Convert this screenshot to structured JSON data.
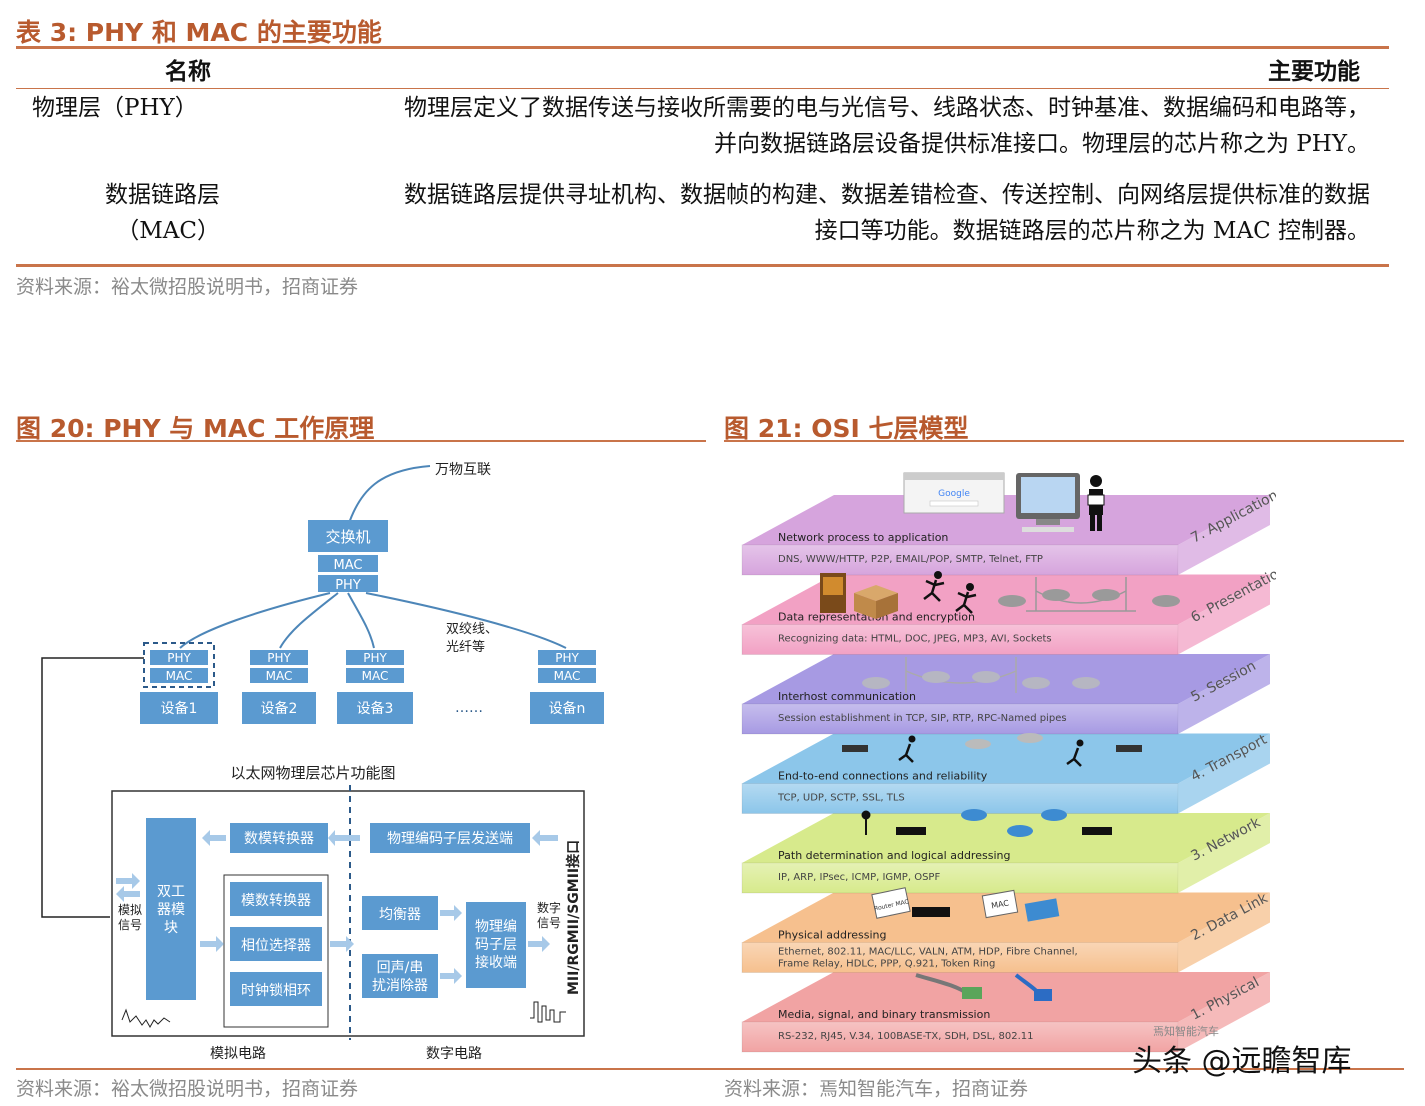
{
  "table3": {
    "title": "表 3:  PHY 和 MAC 的主要功能",
    "header_name": "名称",
    "header_func": "主要功能",
    "rows": [
      {
        "name_line1": "物理层（PHY）",
        "name_line2": "",
        "desc_line1": "物理层定义了数据传送与接收所需要的电与光信号、线路状态、时钟基准、数据编码和电路等，",
        "desc_line2": "并向数据链路层设备提供标准接口。物理层的芯片称之为 PHY。"
      },
      {
        "name_line1": "数据链路层",
        "name_line2": "（MAC）",
        "desc_line1": "数据链路层提供寻址机构、数据帧的构建、数据差错检查、传送控制、向网络层提供标准的数据",
        "desc_line2": "接口等功能。数据链路层的芯片称之为 MAC 控制器。"
      }
    ],
    "source": "资料来源：裕太微招股说明书，招商证券"
  },
  "fig20": {
    "title": "图 20:  PHY 与 MAC 工作原理",
    "internet": "万物互联",
    "switch": "交换机",
    "mac": "MAC",
    "phy": "PHY",
    "cable_note_1": "双绞线、",
    "cable_note_2": "光纤等",
    "devices": [
      "设备1",
      "设备2",
      "设备3",
      "设备n"
    ],
    "ellipsis": "……",
    "chip_title": "以太网物理层芯片功能图",
    "blocks": {
      "dac": "数模转换器",
      "pcs_tx": "物理编码子层发送端",
      "duplex": [
        "双工",
        "器模",
        "块"
      ],
      "adc": "模数转换器",
      "phase": "相位选择器",
      "clock": "时钟锁相环",
      "eq": "均衡器",
      "echo": [
        "回声/串",
        "扰消除器"
      ],
      "pcs_rx": [
        "物理编",
        "码子层",
        "接收端"
      ],
      "interface": "MII/RGMII/SGMII接口",
      "analog_sig": [
        "模拟",
        "信号"
      ],
      "digital_sig": [
        "数字",
        "信号"
      ],
      "analog_circuit": "模拟电路",
      "digital_circuit": "数字电路"
    },
    "source": "资料来源：裕太微招股说明书，招商证券"
  },
  "fig21": {
    "title": "图 21:  OSI 七层模型",
    "layers": [
      {
        "name": "7. Application",
        "desc": "Network process to application",
        "protocols": "DNS, WWW/HTTP, P2P, EMAIL/POP, SMTP, Telnet, FTP",
        "protocols2": "",
        "color": "#d6a4dd"
      },
      {
        "name": "6. Presentation",
        "desc": "Data representation and encryption",
        "protocols": "Recognizing data: HTML, DOC, JPEG, MP3, AVI, Sockets",
        "protocols2": "",
        "color": "#f2a1c4"
      },
      {
        "name": "5. Session",
        "desc": "Interhost communication",
        "protocols": "Session establishment in TCP, SIP, RTP, RPC-Named pipes",
        "protocols2": "",
        "color": "#a79ae3"
      },
      {
        "name": "4. Transport",
        "desc": "End-to-end connections and reliability",
        "protocols": "TCP, UDP, SCTP, SSL, TLS",
        "protocols2": "",
        "color": "#8cc6ea"
      },
      {
        "name": "3. Network",
        "desc": "Path determination and logical addressing",
        "protocols": "IP, ARP, IPsec, ICMP, IGMP, OSPF",
        "protocols2": "",
        "color": "#d7ea8c"
      },
      {
        "name": "2. Data Link",
        "desc": "Physical addressing",
        "protocols": "Ethernet, 802.11, MAC/LLC, VALN, ATM, HDP, Fibre Channel,",
        "protocols2": "Frame Relay, HDLC, PPP, Q.921, Token Ring",
        "color": "#f6c08e"
      },
      {
        "name": "1. Physical",
        "desc": "Media, signal, and binary transmission",
        "protocols": "RS-232, RJ45, V.34, 100BASE-TX, SDH, DSL, 802.11",
        "protocols2": "",
        "color": "#f1a3a3"
      }
    ],
    "google": "Google",
    "mac_tag": "MAC",
    "router_mac_tag": "Router MAC",
    "watermark_small": "焉知智能汽车",
    "source": "资料来源：焉知智能汽车，招商证券"
  },
  "watermark": "头条 @远瞻智库"
}
